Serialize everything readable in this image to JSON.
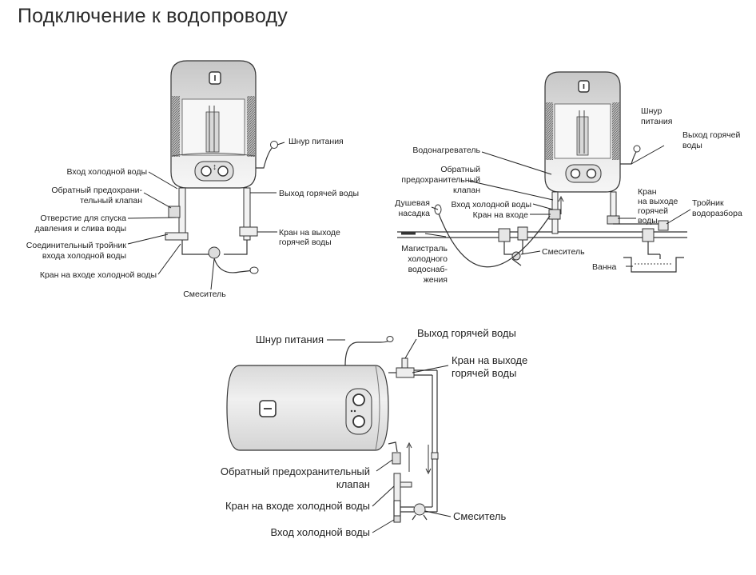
{
  "title": "Подключение к водопроводу",
  "vertical": {
    "cold_in": "Вход холодной воды",
    "check_valve": [
      "Обратный предохрани-",
      "тельный клапан"
    ],
    "drain_hole": [
      "Отверстие для спуска",
      "давления и слива воды"
    ],
    "tee": [
      "Соединительный тройник",
      "входа холодной воды"
    ],
    "cold_tap": "Кран на входе холодной воды",
    "mixer": "Смеситель",
    "power_cord": "Шнур  питания",
    "hot_out": "Выход горячей воды",
    "hot_tap": [
      "Кран на выходе",
      "горячей воды"
    ]
  },
  "system": {
    "power_cord": [
      "Шнур",
      "питания"
    ],
    "hot_out": [
      "Выход горячей",
      "воды"
    ],
    "heater": "Водонагреватель",
    "check_valve": [
      "Обратный",
      "предохранительный",
      "клапан"
    ],
    "shower": [
      "Душевая",
      "насадка"
    ],
    "cold_in": "Вход холодной воды",
    "cold_tap": "Кран на входе",
    "hot_tap": [
      "Кран",
      "на выходе",
      "горячей",
      "воды"
    ],
    "tee": [
      "Тройник",
      "водоразбора"
    ],
    "main": [
      "Магистраль",
      "холодного",
      "водоснаб-",
      "жения"
    ],
    "mixer": "Смеситель",
    "bath": "Ванна"
  },
  "horizontal": {
    "power_cord": "Шнур  питания",
    "hot_out": "Выход горячей воды",
    "hot_tap": [
      "Кран на выходе",
      "горячей воды"
    ],
    "check_valve": [
      "Обратный  предохранительный",
      "клапан"
    ],
    "cold_tap": "Кран на входе холодной воды",
    "mixer": "Смеситель",
    "cold_in": "Вход холодной воды"
  },
  "colors": {
    "tank_top": "#c9c9c9",
    "tank_bottom": "#f4f4f4",
    "line": "#222222",
    "panel": "#e4e4e4"
  }
}
